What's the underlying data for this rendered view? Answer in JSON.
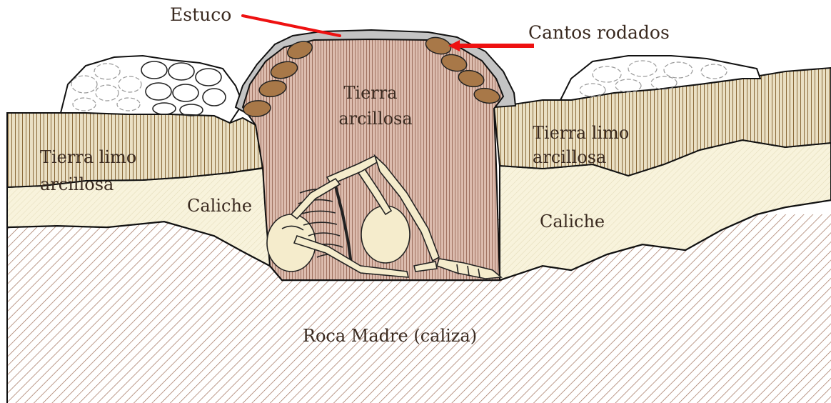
{
  "labels": {
    "stucco": "Estuco",
    "boulders": "Cantos rodados",
    "fill_line1": "Tierra",
    "fill_line2": "arcillosa",
    "silty_left_line1": "Tierra limo",
    "silty_left_line2": "arcillosa",
    "silty_right_line1": "Tierra limo",
    "silty_right_line2": "arcillosa",
    "caliche_left": "Caliche",
    "caliche_right": "Caliche",
    "bedrock": "Roca Madre (caliza)"
  },
  "colors": {
    "bedrock_hatch": "#a0705a",
    "caliche_fill": "#f8f3dc",
    "caliche_hatch": "#d8d0a8",
    "silty_fill": "#eae0c4",
    "silty_hatch": "#8a6a3a",
    "clay_fill": "#d9b5a4",
    "clay_hatch": "#9a6a58",
    "stucco": "#c4c4c4",
    "boulder": "#a87848",
    "bone": "#f5eccc",
    "arrow": "#ee1111"
  }
}
